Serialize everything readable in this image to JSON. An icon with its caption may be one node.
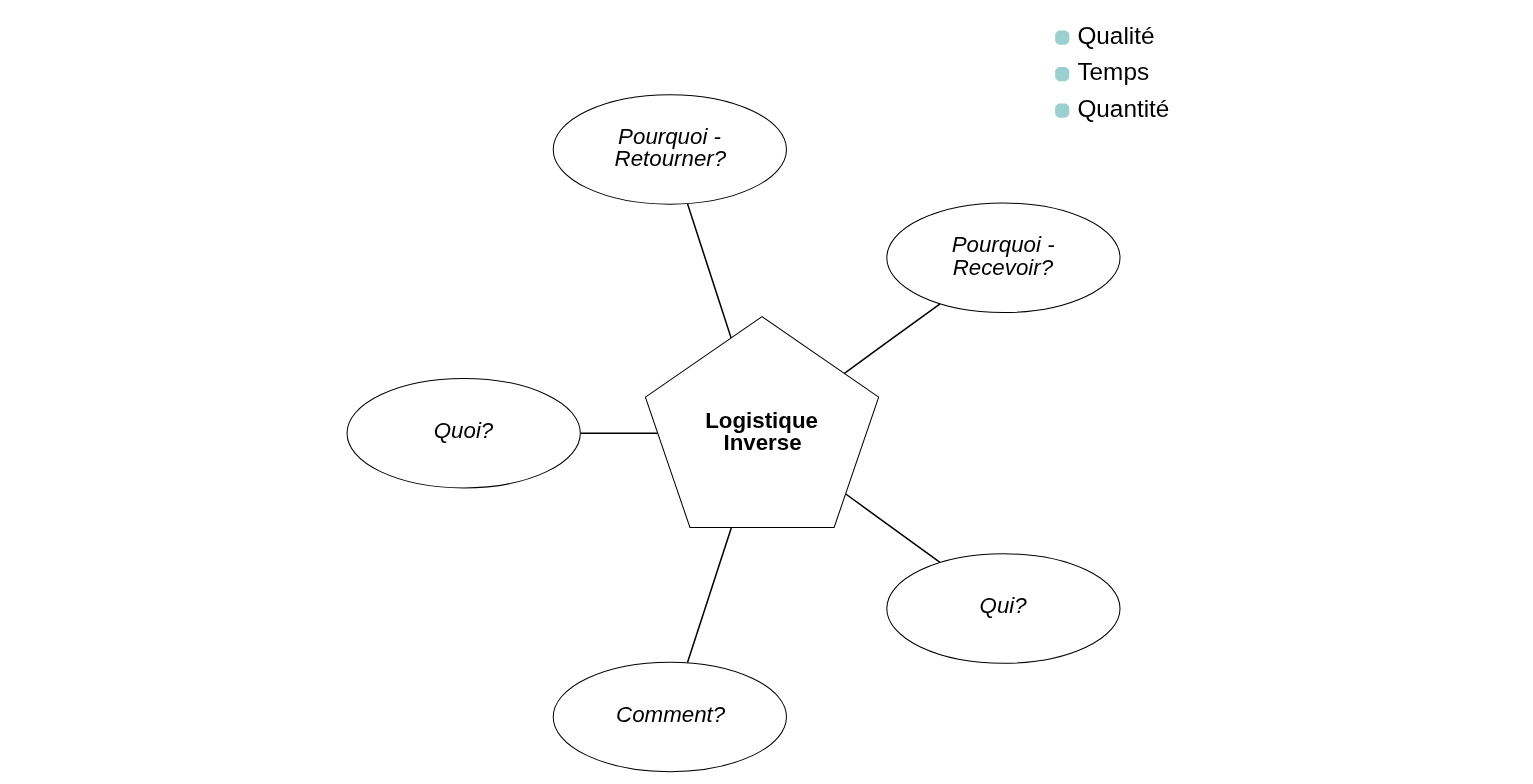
{
  "diagram": {
    "nodes": [
      {
        "text": [
          "Pourquoi - Recevoir?"
        ]
      },
      {
        "text": [
          "Pourquoi - Retourner?"
        ]
      },
      {
        "text": [
          "Quoi?"
        ]
      },
      {
        "text": [
          "Logistique Inverse"
        ]
      },
      {
        "text": [
          "Comment?"
        ]
      },
      {
        "text": [
          "Qui?"
        ]
      }
    ],
    "edges": [
      {
        "from": 3,
        "to": 0,
        "arrow": "none"
      },
      {
        "from": 3,
        "to": 1,
        "arrow": "none"
      },
      {
        "from": 3,
        "to": 2,
        "arrow": "none"
      },
      {
        "from": 3,
        "to": 4,
        "arrow": "none"
      },
      {
        "from": 3,
        "to": 5,
        "arrow": "none"
      }
    ],
    "labels": [
      "Qualité",
      "Temps",
      "Quantité"
    ]
  }
}
